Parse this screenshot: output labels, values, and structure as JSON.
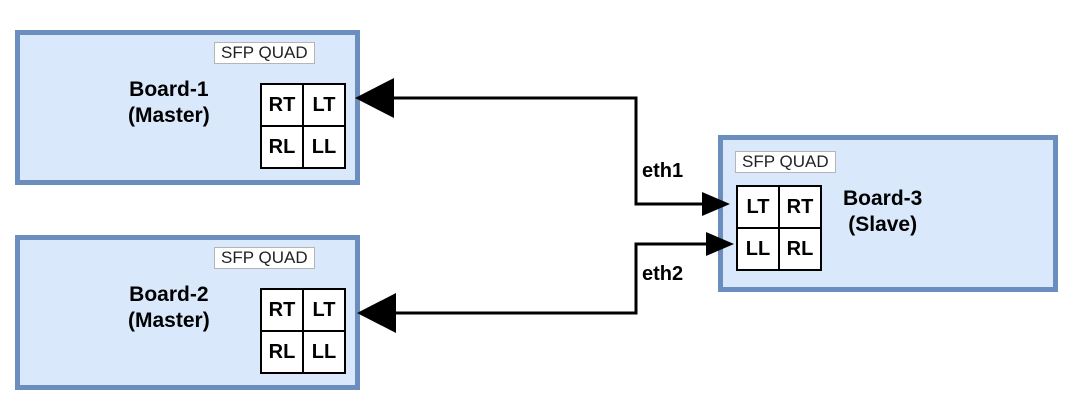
{
  "boards": [
    {
      "id": "board1",
      "name": "Board-1",
      "role": "(Master)",
      "sfp": "SFP QUAD",
      "ports": [
        "RT",
        "LT",
        "RL",
        "LL"
      ]
    },
    {
      "id": "board2",
      "name": "Board-2",
      "role": "(Master)",
      "sfp": "SFP QUAD",
      "ports": [
        "RT",
        "LT",
        "RL",
        "LL"
      ]
    },
    {
      "id": "board3",
      "name": "Board-3",
      "role": "(Slave)",
      "sfp": "SFP QUAD",
      "ports": [
        "LT",
        "RT",
        "LL",
        "RL"
      ]
    }
  ],
  "links": [
    {
      "label": "eth1",
      "from": "Board-3 LT",
      "to": "Board-1 LT"
    },
    {
      "label": "eth2",
      "from": "Board-3 LL",
      "to": "Board-2 LT"
    }
  ],
  "colors": {
    "board_fill": "#dae8fc",
    "board_border": "#6c8ebf",
    "line": "#000000"
  }
}
